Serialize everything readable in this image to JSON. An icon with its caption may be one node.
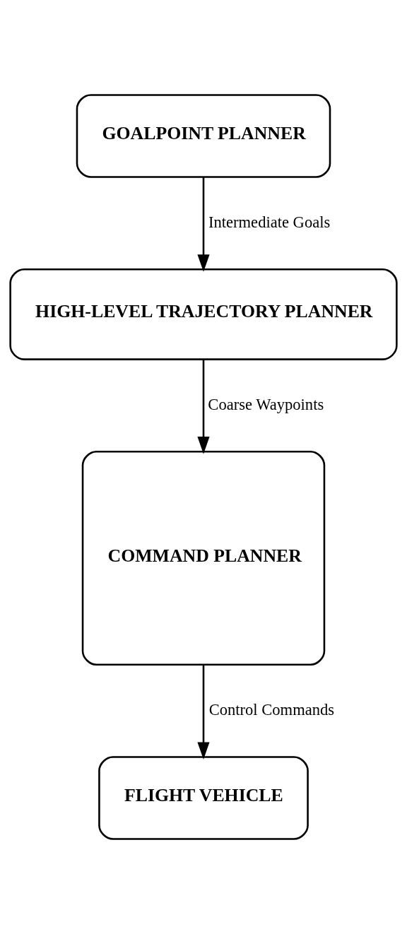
{
  "diagram": {
    "nodes": [
      {
        "text": [
          "GOALPOINT PLANNER"
        ]
      },
      {
        "text": [
          "HIGH-LEVEL TRAJECTORY PLANNER"
        ]
      },
      {
        "text": [
          "COMMAND PLANNER"
        ]
      },
      {
        "text": [
          "FLIGHT VEHICLE"
        ]
      }
    ],
    "edges": [
      {
        "from": 0,
        "to": 1,
        "arrow": "to",
        "label": "Intermediate Goals"
      },
      {
        "from": 1,
        "to": 2,
        "arrow": "to",
        "label": "Coarse Waypoints"
      },
      {
        "from": 2,
        "to": 3,
        "arrow": "to",
        "label": "Control Commands"
      }
    ]
  }
}
